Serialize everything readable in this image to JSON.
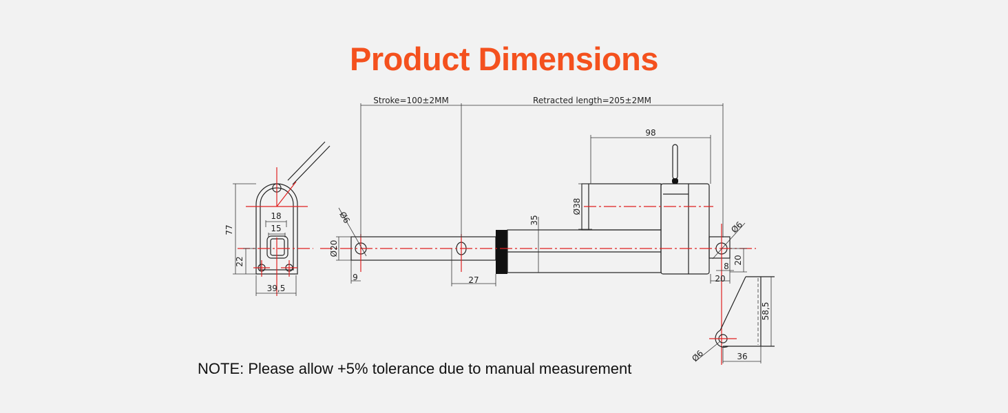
{
  "title": "Product Dimensions",
  "note": "NOTE: Please allow +5% tolerance due to manual measurement",
  "colors": {
    "title": "#f4511e",
    "centerline": "#e02020",
    "line": "#222222",
    "background": "#f2f2f2"
  },
  "dimensions": {
    "stroke": "Stroke=100±2MM",
    "retracted": "Retracted length=205±2MM",
    "motor_length": "98",
    "motor_dia": "Ø38",
    "tube_height": "35",
    "rod_dia": "Ø20",
    "front_hole": "Ø6",
    "front_offset": "9",
    "collar_offset": "27",
    "rear_hole": "Ø6",
    "rear_20_v": "20",
    "rear_8": "8",
    "rear_20_h": "20",
    "bracket_height": "58,5",
    "bracket_hole": "Ø6",
    "bracket_width": "36",
    "side_height": "77",
    "side_22": "22",
    "side_18": "18",
    "side_15": "15",
    "side_width": "39,5"
  }
}
